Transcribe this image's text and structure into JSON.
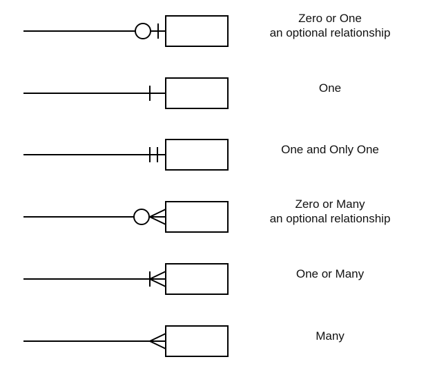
{
  "title": "Crow's Foot Notation - Relationship Cardinality Symbols",
  "colors": {
    "stroke": "#000000",
    "text": "#111111",
    "background": "#ffffff"
  },
  "rows": [
    {
      "symbol": "zero-or-one",
      "label_lines": [
        "Zero or One",
        "an optional relationship"
      ]
    },
    {
      "symbol": "one",
      "label_lines": [
        "One"
      ]
    },
    {
      "symbol": "one-and-only-one",
      "label_lines": [
        "One and Only One"
      ]
    },
    {
      "symbol": "zero-or-many",
      "label_lines": [
        "Zero or Many",
        "an optional relationship"
      ]
    },
    {
      "symbol": "one-or-many",
      "label_lines": [
        "One or Many"
      ]
    },
    {
      "symbol": "many",
      "label_lines": [
        "Many"
      ]
    }
  ]
}
